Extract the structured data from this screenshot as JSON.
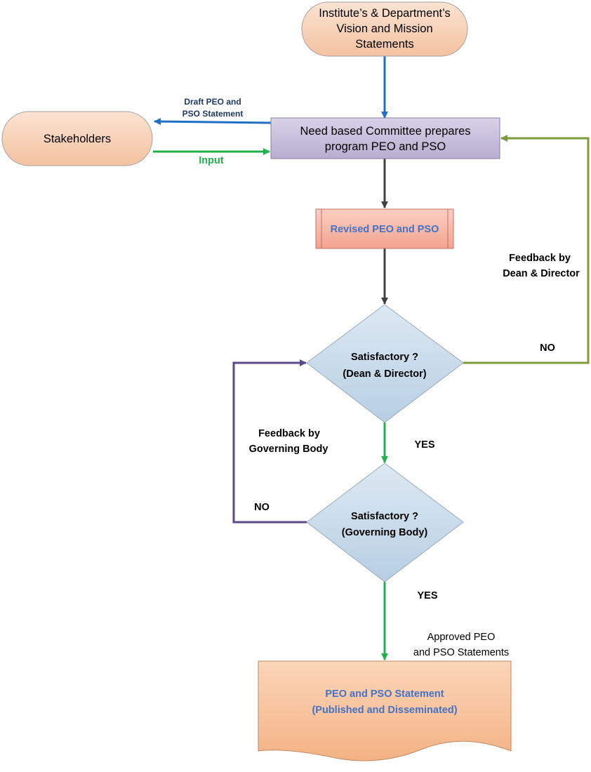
{
  "colors": {
    "blue_arrow": "#1f6fc2",
    "green_arrow": "#22b04b",
    "olive_arrow": "#7f9a3a",
    "purple_arrow": "#5b4a8a",
    "dark_arrow": "#404040",
    "terminal_fill": "#f6cdb1",
    "process_fill": "#c8bedb",
    "revised_fill": "#f8b8a8",
    "decision_fill": "#c9dceb",
    "document_fill": "#f8c49c",
    "blue_text": "#4472c4",
    "navy_text": "#1f3864"
  },
  "nodes": {
    "vision": {
      "line1": "Institute’s & Department’s",
      "line2": "Vision and Mission",
      "line3": "Statements"
    },
    "stakeholders": {
      "label": "Stakeholders"
    },
    "committee": {
      "line1": "Need based Committee prepares",
      "line2": "program PEO and PSO"
    },
    "revised": {
      "label": "Revised PEO and PSO"
    },
    "decision_dean": {
      "line1": "Satisfactory ?",
      "line2": "(Dean & Director)"
    },
    "decision_gov": {
      "line1": "Satisfactory ?",
      "line2": "(Governing Body)"
    },
    "statement": {
      "line1": "PEO and PSO Statement",
      "line2": "(Published and Disseminated)"
    }
  },
  "edge_labels": {
    "draft_line1": "Draft PEO and",
    "draft_line2": "PSO Statement",
    "input": "Input",
    "feedback_dean_line1": "Feedback by",
    "feedback_dean_line2": "Dean & Director",
    "no_dean": "NO",
    "yes_dean": "YES",
    "feedback_gov_line1": "Feedback by",
    "feedback_gov_line2": "Governing Body",
    "no_gov": "NO",
    "yes_gov": "YES",
    "approved_line1": "Approved PEO",
    "approved_line2": "and PSO Statements"
  }
}
